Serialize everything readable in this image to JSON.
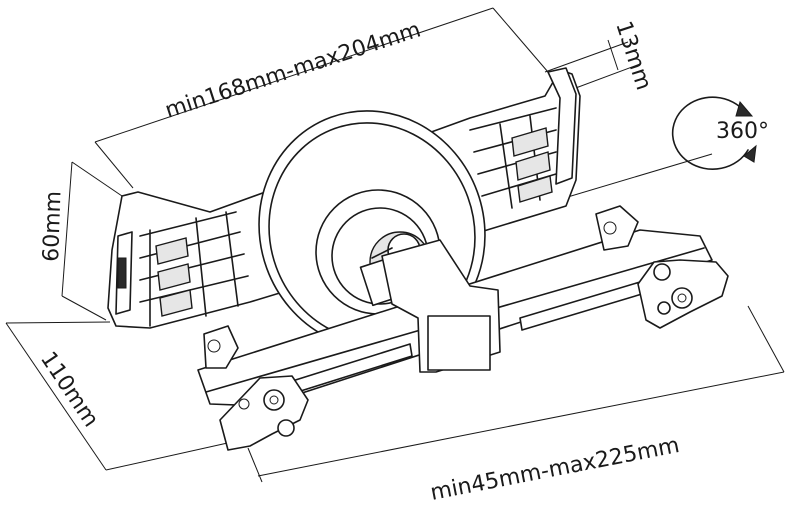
{
  "labels": {
    "holder_width": "min168mm-max204mm",
    "depth": "13mm",
    "rotation": "360°",
    "height": "60mm",
    "clamp_height": "110mm",
    "bar_width": "min45mm-max225mm"
  },
  "colors": {
    "line": "#1a1a1a",
    "background": "#ffffff"
  }
}
